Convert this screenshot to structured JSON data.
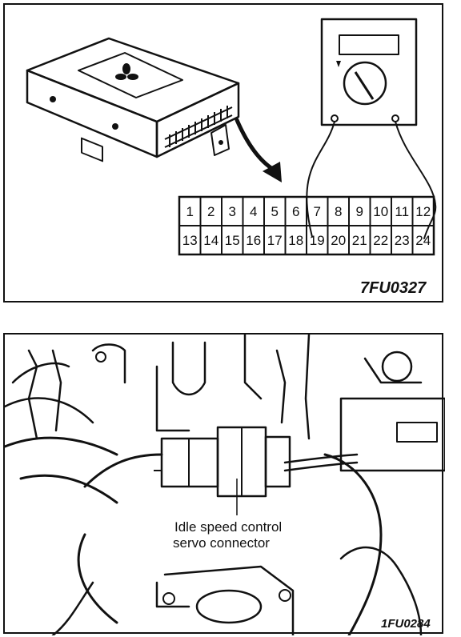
{
  "figure_top": {
    "figure_code": "7FU0327",
    "connector_pins_row1": [
      "1",
      "2",
      "3",
      "4",
      "5",
      "6",
      "7",
      "8",
      "9",
      "10",
      "11",
      "12"
    ],
    "connector_pins_row2": [
      "13",
      "14",
      "15",
      "16",
      "17",
      "18",
      "19",
      "20",
      "21",
      "22",
      "23",
      "24"
    ],
    "icons": {
      "ecu": "engine-control-unit-icon",
      "meter": "multimeter-icon",
      "arrow": "curved-arrow-icon"
    }
  },
  "figure_bottom": {
    "figure_code": "1FU0284",
    "callout_line1": "Idle speed control",
    "callout_line2": "servo connector",
    "icons": {
      "engine": "engine-bay-icon",
      "connector": "connector-plug-icon"
    }
  }
}
